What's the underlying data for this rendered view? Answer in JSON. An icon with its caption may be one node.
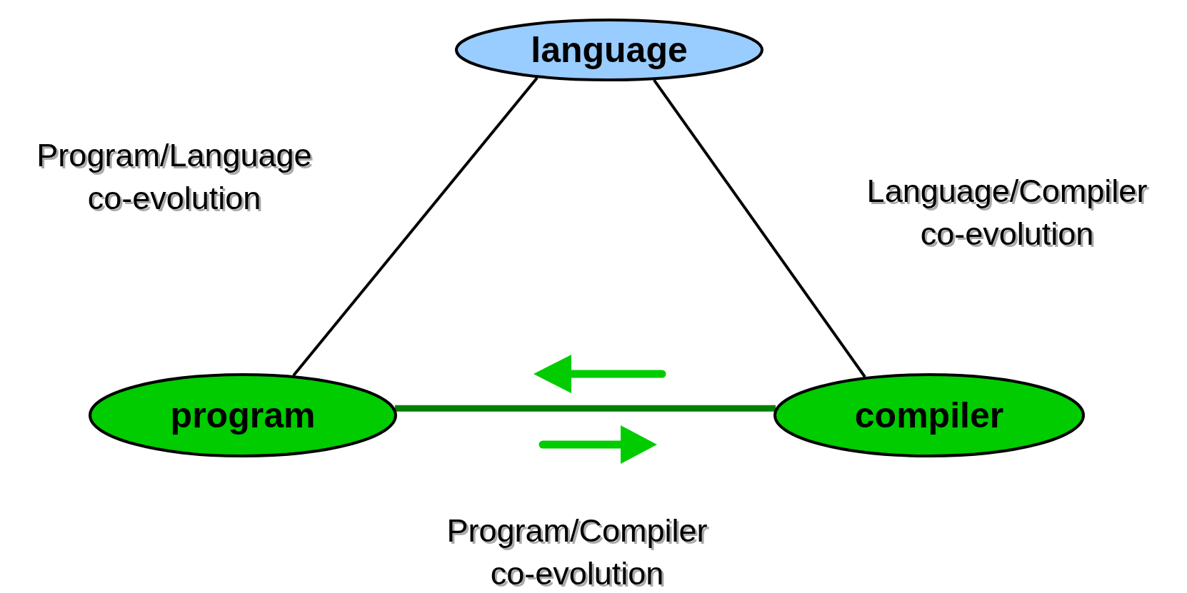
{
  "diagram": {
    "nodes": [
      {
        "text": [
          "language"
        ]
      },
      {
        "text": [
          "program"
        ]
      },
      {
        "text": [
          "compiler"
        ]
      }
    ],
    "edges": [
      {
        "from": 0,
        "to": 1,
        "arrow": "none",
        "label": "Program/Language co-evolution"
      },
      {
        "from": 0,
        "to": 2,
        "arrow": "none",
        "label": "Language/Compiler co-evolution"
      },
      {
        "from": 1,
        "to": 2,
        "arrow": "none",
        "style": "thick",
        "color": "#008000",
        "label": "Program/Compiler co-evolution"
      }
    ]
  }
}
